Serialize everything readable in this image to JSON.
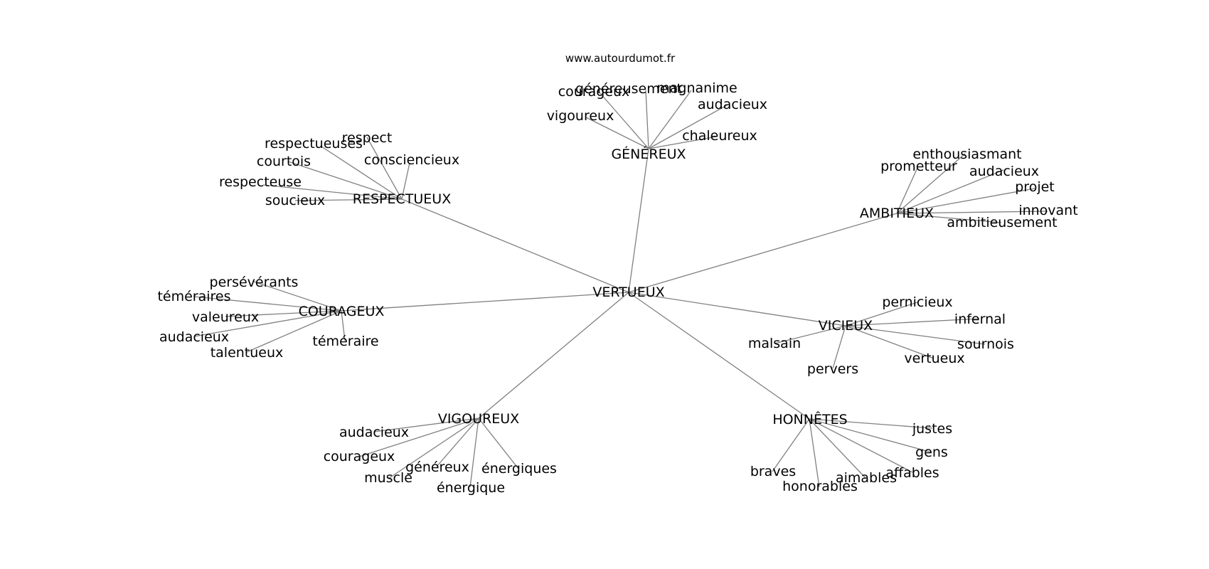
{
  "source": "www.autourdumot.fr",
  "center": "VERTUEUX",
  "clusters": [
    {
      "word": "GÉNÉREUX",
      "neighbors": [
        "courageux",
        "généreusement",
        "magnanime",
        "audacieux",
        "vigoureux",
        "chaleureux"
      ]
    },
    {
      "word": "RESPECTUEUX",
      "neighbors": [
        "respect",
        "respectueuses",
        "courtois",
        "consciencieux",
        "respecteuse",
        "soucieux"
      ]
    },
    {
      "word": "AMBITIEUX",
      "neighbors": [
        "enthousiasmant",
        "prometteur",
        "audacieux",
        "projet",
        "innovant",
        "ambitieusement"
      ]
    },
    {
      "word": "COURAGEUX",
      "neighbors": [
        "persévérants",
        "téméraires",
        "valeureux",
        "audacieux",
        "talentueux",
        "téméraire"
      ]
    },
    {
      "word": "VICIEUX",
      "neighbors": [
        "pernicieux",
        "infernal",
        "malsain",
        "sournois",
        "vertueux",
        "pervers"
      ]
    },
    {
      "word": "VIGOUREUX",
      "neighbors": [
        "audacieux",
        "courageux",
        "muscle",
        "généreux",
        "énergiques",
        "énergique"
      ]
    },
    {
      "word": "HONNÊTES",
      "neighbors": [
        "justes",
        "gens",
        "braves",
        "affables",
        "aimables",
        "honorables"
      ]
    }
  ]
}
